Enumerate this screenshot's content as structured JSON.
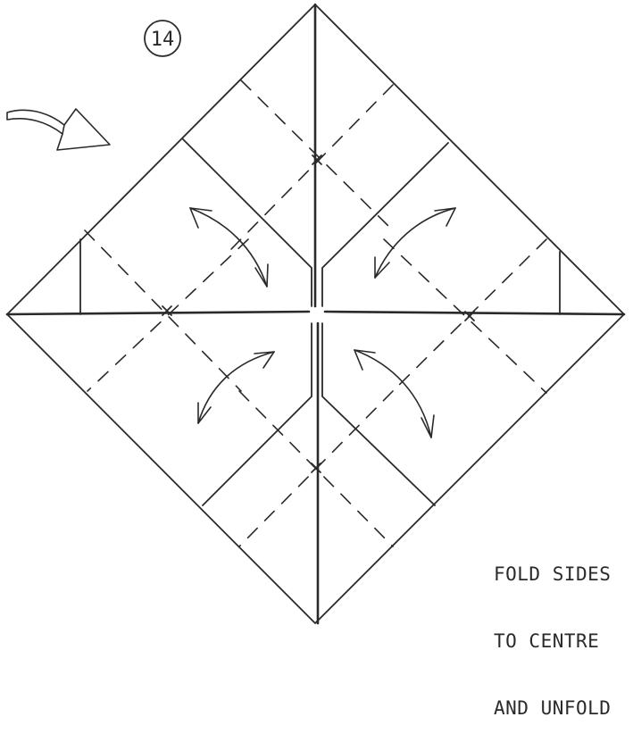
{
  "step": {
    "number": "14"
  },
  "instruction": {
    "lines": [
      "FOLD SIDES",
      "TO CENTRE",
      "AND UNFOLD"
    ]
  },
  "icons": {
    "turn_over_arrow": "curved-arrow-icon",
    "fold_unfold_arrows": "double-headed-curved-arrow-icon"
  }
}
